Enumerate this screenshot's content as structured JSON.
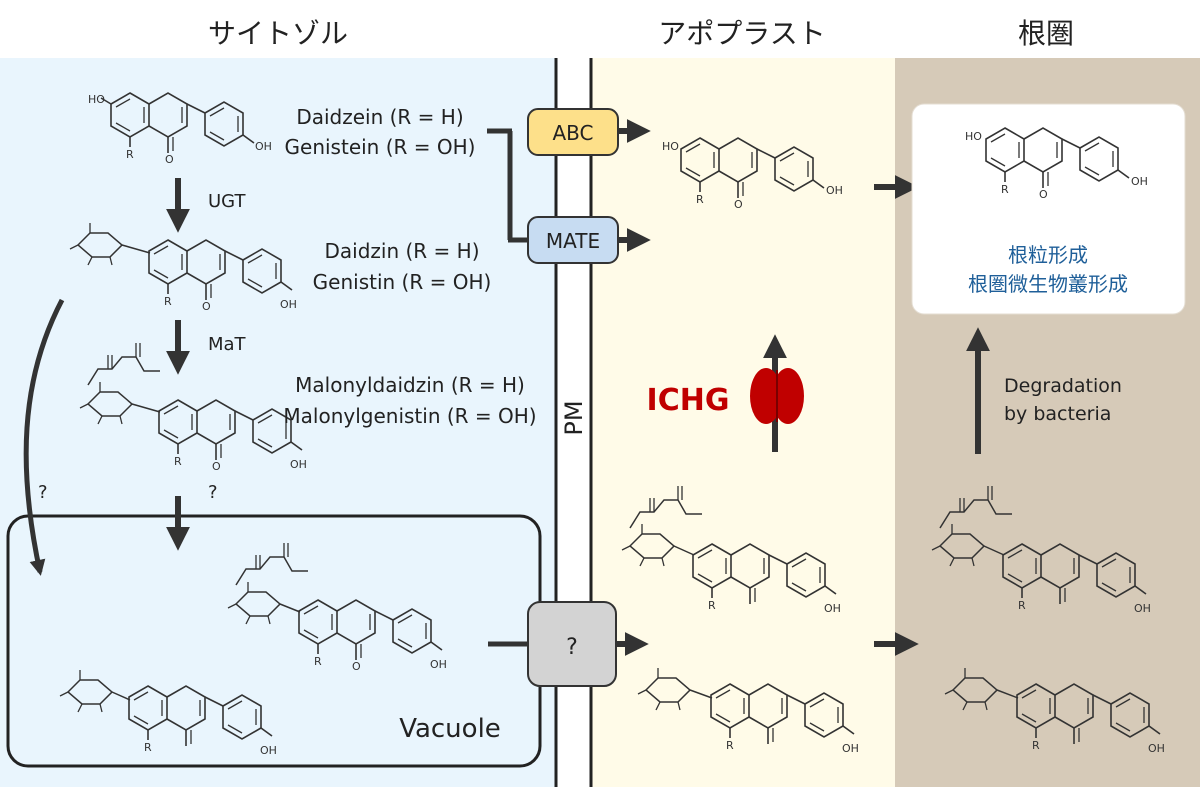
{
  "regions": {
    "cytosol": "サイトゾル",
    "apoplast": "アポプラスト",
    "rhizosphere": "根圏"
  },
  "compounds": {
    "aglycone_line1": "Daidzein (R = H)",
    "aglycone_line2": "Genistein (R = OH)",
    "glucoside_line1": "Daidzin (R = H)",
    "glucoside_line2": "Genistin (R = OH)",
    "malonyl_line1": "Malonyldaidzin (R = H)",
    "malonyl_line2": "Malonylgenistin (R = OH)"
  },
  "enzymes": {
    "ugt": "UGT",
    "mat": "MaT",
    "unknown_left": "?",
    "unknown_mid": "?"
  },
  "transporters": {
    "abc": "ABC",
    "mate": "MATE",
    "unknown": "?"
  },
  "membrane": "PM",
  "vacuole": "Vacuole",
  "enzyme_ichg": "ICHG",
  "degradation_line1": "Degradation",
  "degradation_line2": "by bacteria",
  "result_line1": "根粒形成",
  "result_line2": "根圏微生物叢形成",
  "atoms": {
    "ho": "HO",
    "oh": "OH",
    "r": "R",
    "o": "O",
    "h": "H"
  },
  "colors": {
    "cytosol_bg": "#e9f5fd",
    "apoplast_bg": "#fffbe8",
    "rhizosphere_bg": "#d6cab8",
    "abc_fill": "#fde08a",
    "mate_fill": "#c7dcf2",
    "unknown_fill": "#d3d3d3",
    "ichg_red": "#c00000",
    "result_text": "#1f5f99",
    "arrow": "#333333"
  }
}
